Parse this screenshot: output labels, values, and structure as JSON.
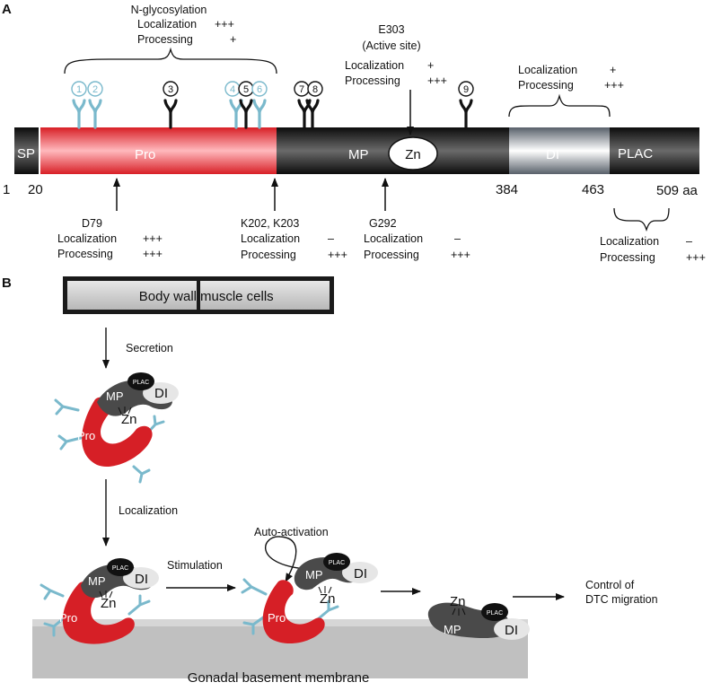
{
  "panel_a": {
    "label": "A",
    "domains": {
      "sp": "SP",
      "pro": "Pro",
      "mp": "MP",
      "zn": "Zn",
      "di": "DI",
      "plac": "PLAC"
    },
    "positions": {
      "p1": "1",
      "p20": "20",
      "p384": "384",
      "p463": "463",
      "p509": "509 aa"
    },
    "glyco_title": "N-glycosylation",
    "glyco_sites": [
      "1",
      "2",
      "3",
      "4",
      "5",
      "6",
      "7",
      "8",
      "9"
    ],
    "glyco_localization": "Localization",
    "glyco_localization_score": "+++",
    "glyco_processing": "Processing",
    "glyco_processing_score": "+",
    "e303": {
      "name": "E303",
      "note": "(Active site)",
      "localization": "Localization",
      "localization_score": "+",
      "processing": "Processing",
      "processing_score": "+++"
    },
    "di_effect": {
      "localization": "Localization",
      "localization_score": "+",
      "processing": "Processing",
      "processing_score": "+++"
    },
    "d79": {
      "name": "D79",
      "localization": "Localization",
      "localization_score": "+++",
      "processing": "Processing",
      "processing_score": "+++"
    },
    "k202": {
      "name": "K202, K203",
      "localization": "Localization",
      "localization_score": "–",
      "processing": "Processing",
      "processing_score": "+++"
    },
    "g292": {
      "name": "G292",
      "localization": "Localization",
      "localization_score": "–",
      "processing": "Processing",
      "processing_score": "+++"
    },
    "plac_effect": {
      "localization": "Localization",
      "localization_score": "–",
      "processing": "Processing",
      "processing_score": "+++"
    }
  },
  "panel_b": {
    "label": "B",
    "muscle_left": "Body wall",
    "muscle_right": "muscle cells",
    "secretion": "Secretion",
    "localization": "Localization",
    "stimulation": "Stimulation",
    "auto_activation": "Auto-activation",
    "control_line1": "Control of",
    "control_line2": "DTC migration",
    "membrane": "Gonadal basement membrane",
    "mol": {
      "mp": "MP",
      "plac": "PLAC",
      "di": "DI",
      "zn": "Zn",
      "pro": "Pro"
    }
  }
}
